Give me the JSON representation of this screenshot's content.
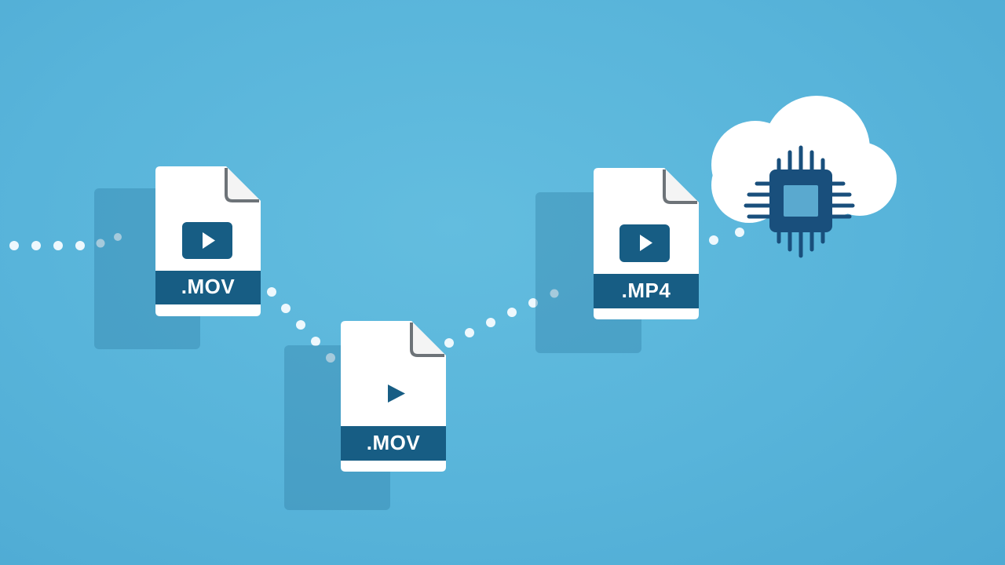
{
  "files": [
    {
      "label": ".MOV",
      "icon": "play-icon"
    },
    {
      "label": ".MOV",
      "icon": "play-icon"
    },
    {
      "label": ".MP4",
      "icon": "play-icon"
    }
  ],
  "cloud": {
    "icon": "cloud-chip-icon"
  },
  "colors": {
    "background": "#58b4da",
    "file_band": "#175d84",
    "chip": "#194f7c",
    "dots": "#eef8fd"
  }
}
